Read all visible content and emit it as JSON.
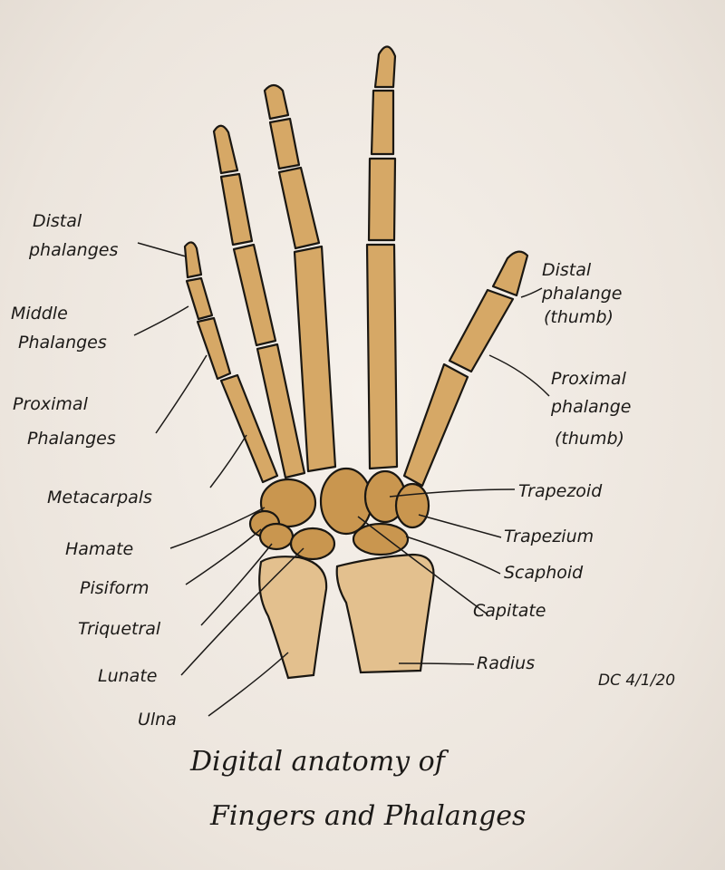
{
  "labels": {
    "distal_phalanges": [
      "Distal",
      "phalanges"
    ],
    "middle_phalanges": [
      "Middle",
      "Phalanges"
    ],
    "proximal_phalanges": [
      "Proximal",
      "Phalanges"
    ],
    "metacarpals": "Metacarpals",
    "hamate": "Hamate",
    "pisiform": "Pisiform",
    "triquetral": "Triquetral",
    "lunate": "Lunate",
    "ulna": "Ulna",
    "distal_thumb": [
      "Distal",
      "phalange",
      "(thumb)"
    ],
    "proximal_thumb": [
      "Proximal",
      "phalange",
      "(thumb)"
    ],
    "trapezoid": "Trapezoid",
    "trapezium": "Trapezium",
    "scaphoid": "Scaphoid",
    "capitate": "Capitate",
    "radius": "Radius"
  },
  "title": [
    "Digital anatomy of",
    "Fingers and Phalanges"
  ],
  "signature": "DC 4/1/20"
}
